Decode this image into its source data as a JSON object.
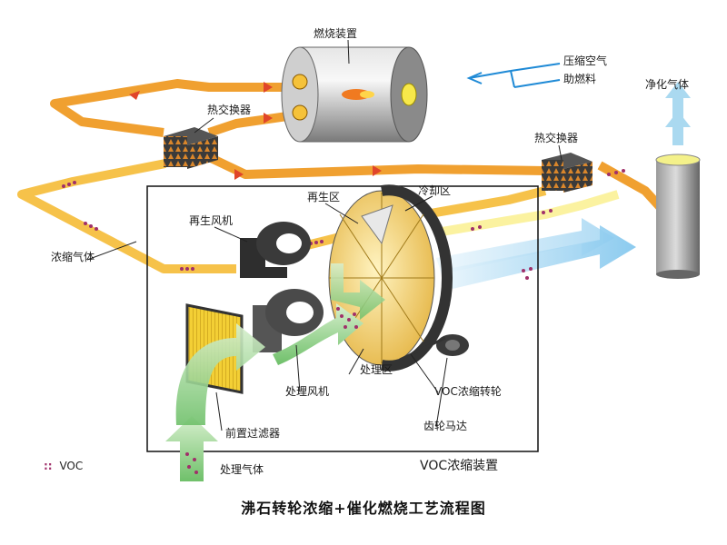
{
  "diagram": {
    "title": "沸石转轮浓缩+催化燃烧工艺流程图",
    "labels": {
      "combustion_unit": "燃烧装置",
      "compressed_air": "压缩空气",
      "auxiliary_fuel": "助燃料",
      "clean_gas": "净化气体",
      "heat_exchanger_left": "热交换器",
      "heat_exchanger_right": "热交换器",
      "regeneration_fan": "再生风机",
      "regeneration_zone": "再生区",
      "cooling_zone": "冷却区",
      "concentrated_gas": "浓缩气体",
      "process_zone": "处理区",
      "process_fan": "处理风机",
      "voc_rotor": "VOC浓缩转轮",
      "gear_motor": "齿轮马达",
      "pre_filter": "前置过滤器",
      "inlet_gas": "处理气体",
      "voc_unit": "VOC浓缩装置"
    },
    "legend": {
      "symbol": "::",
      "label": "VOC"
    },
    "colors": {
      "hot_stream": "#f0a030",
      "concentrated_stream": "#f6c24a",
      "cool_stream": "#fbf2a0",
      "clean_stream": "#bfe2f5",
      "inlet_stream": "#a6d99a",
      "voc_dot": "#a0306a",
      "arrow_red": "#e0452a",
      "accent_blue": "#1f8ad6"
    }
  }
}
